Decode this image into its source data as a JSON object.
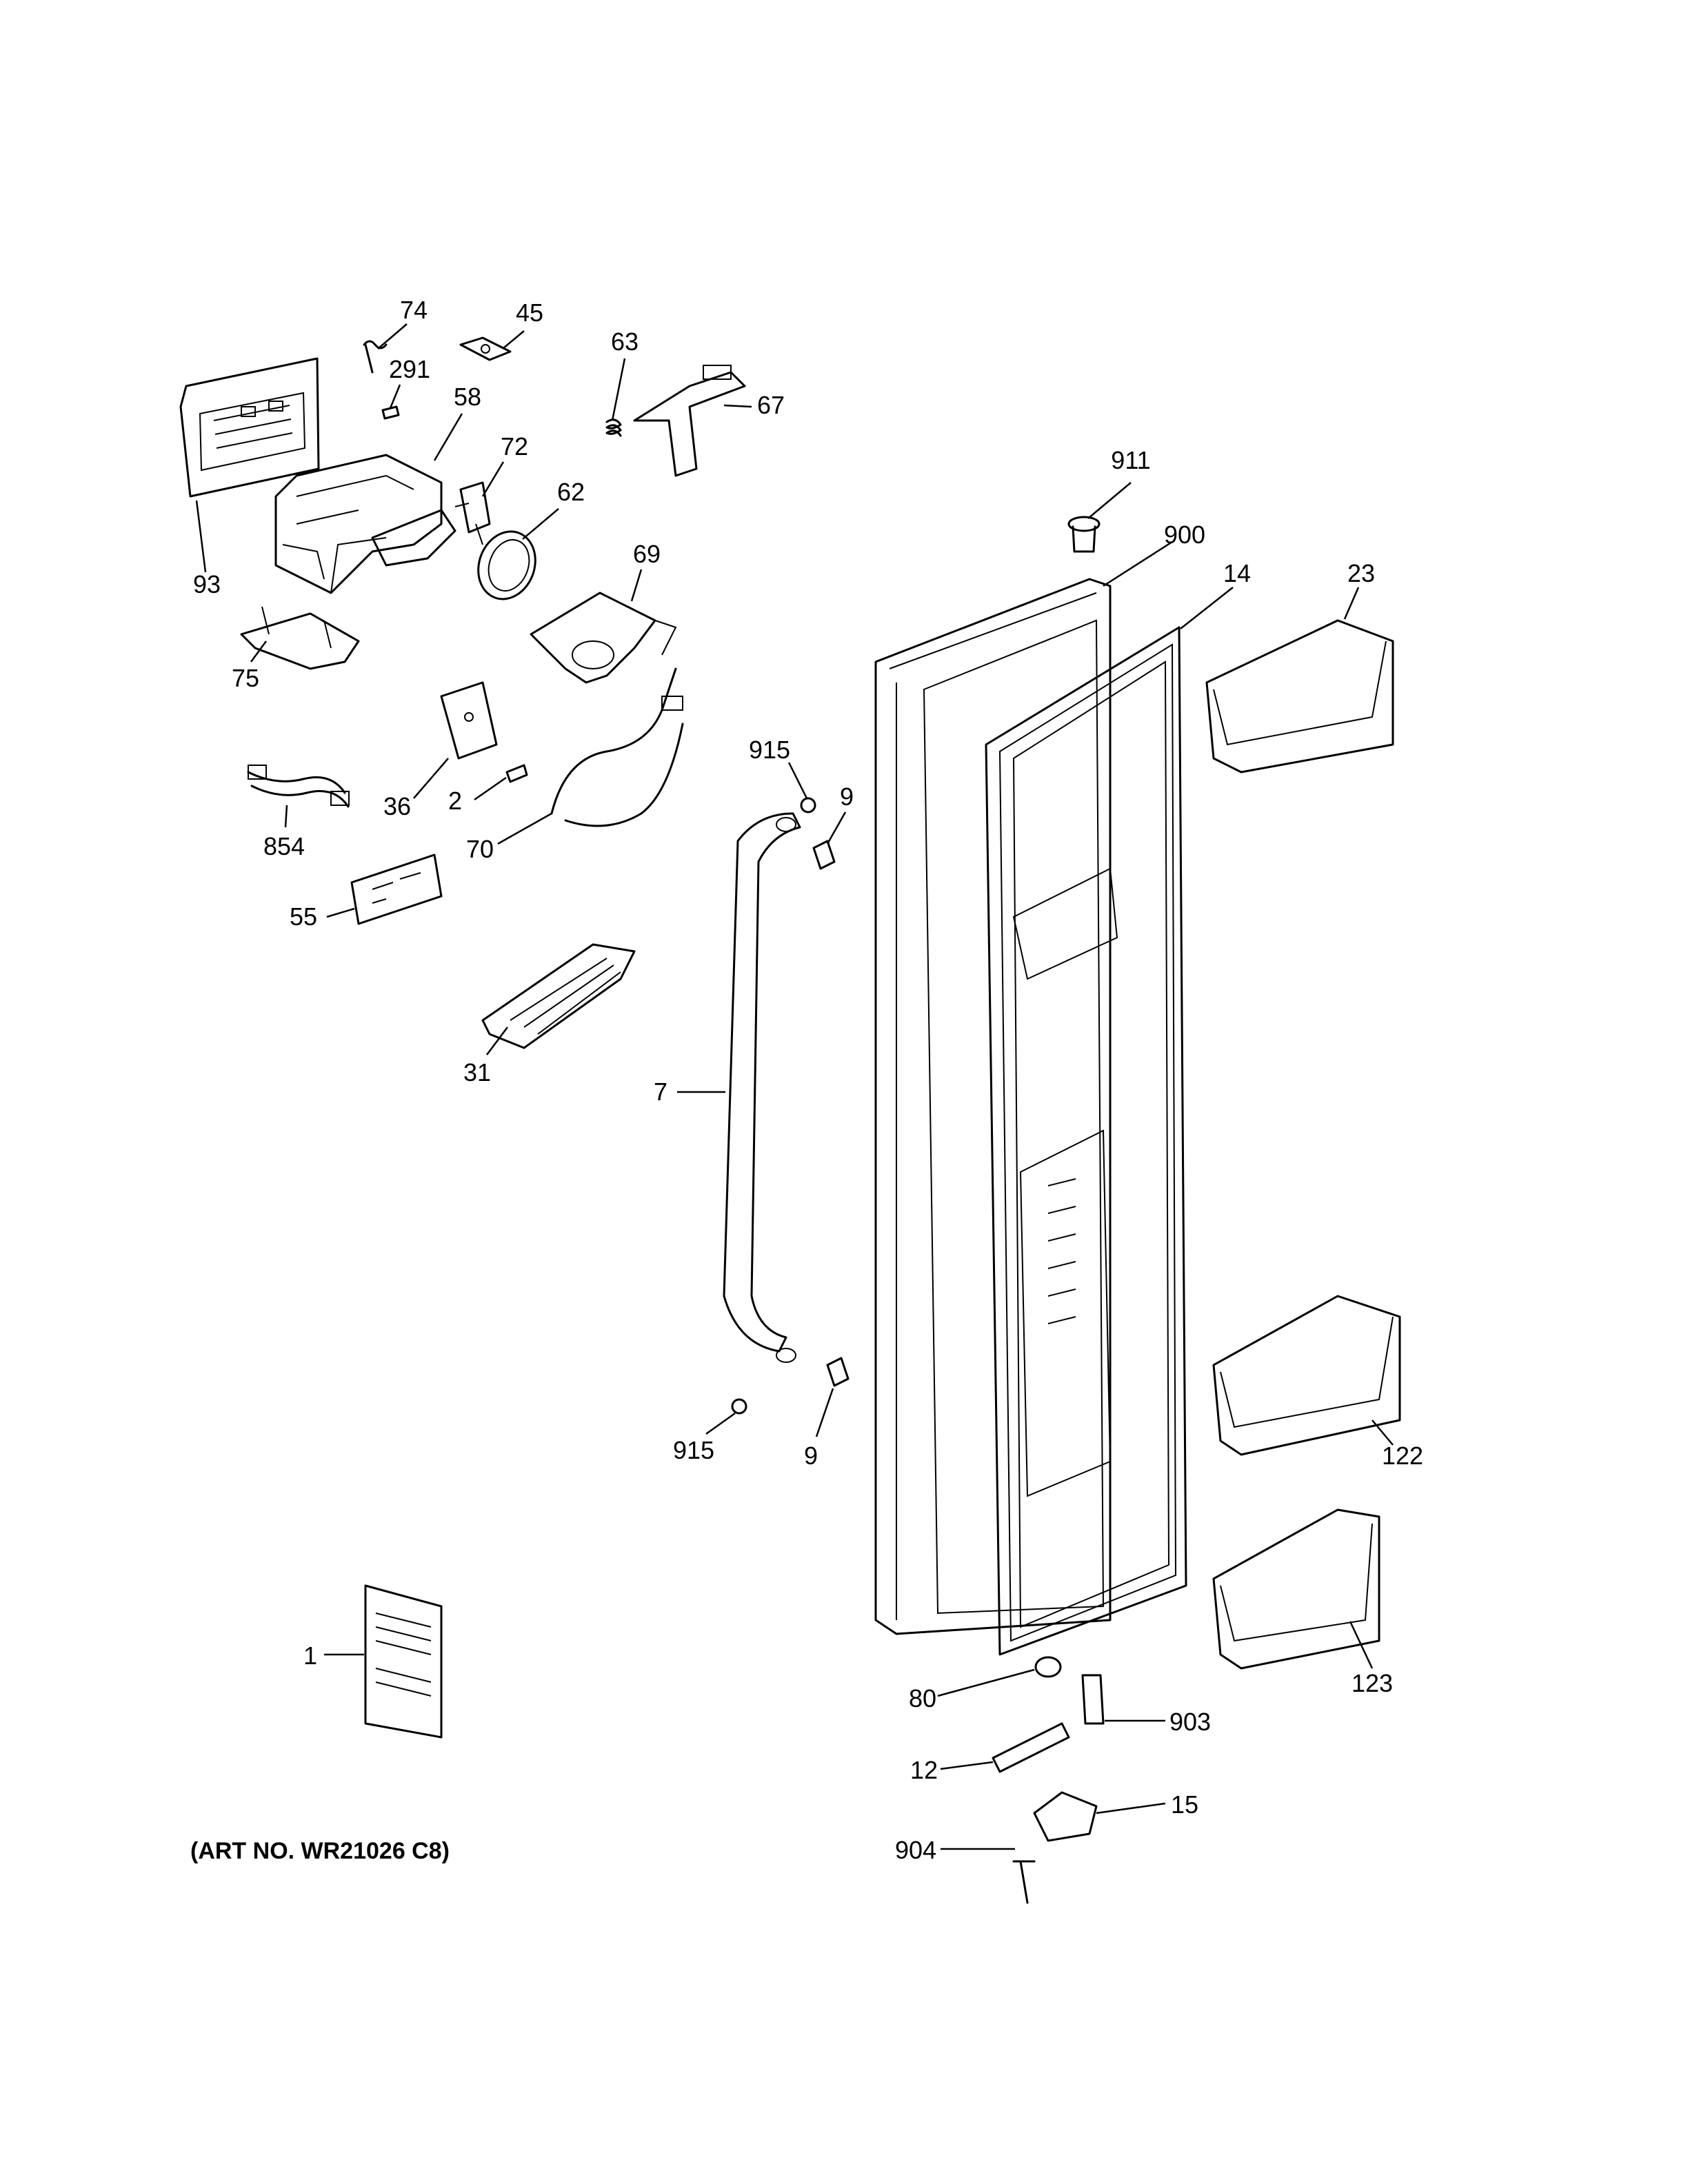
{
  "callouts": {
    "c74": "74",
    "c45": "45",
    "c63": "63",
    "c67": "67",
    "c291": "291",
    "c58": "58",
    "c72": "72",
    "c62": "62",
    "c911": "911",
    "c900": "900",
    "c14": "14",
    "c23": "23",
    "c93": "93",
    "c69": "69",
    "c75": "75",
    "c915a": "915",
    "c9a": "9",
    "c36": "36",
    "c2": "2",
    "c854": "854",
    "c70": "70",
    "c55": "55",
    "c31": "31",
    "c7": "7",
    "c915b": "915",
    "c9b": "9",
    "c122": "122",
    "c123": "123",
    "c1": "1",
    "c80": "80",
    "c903": "903",
    "c12": "12",
    "c15": "15",
    "c904": "904"
  },
  "art_number": "(ART NO. WR21026 C8)"
}
